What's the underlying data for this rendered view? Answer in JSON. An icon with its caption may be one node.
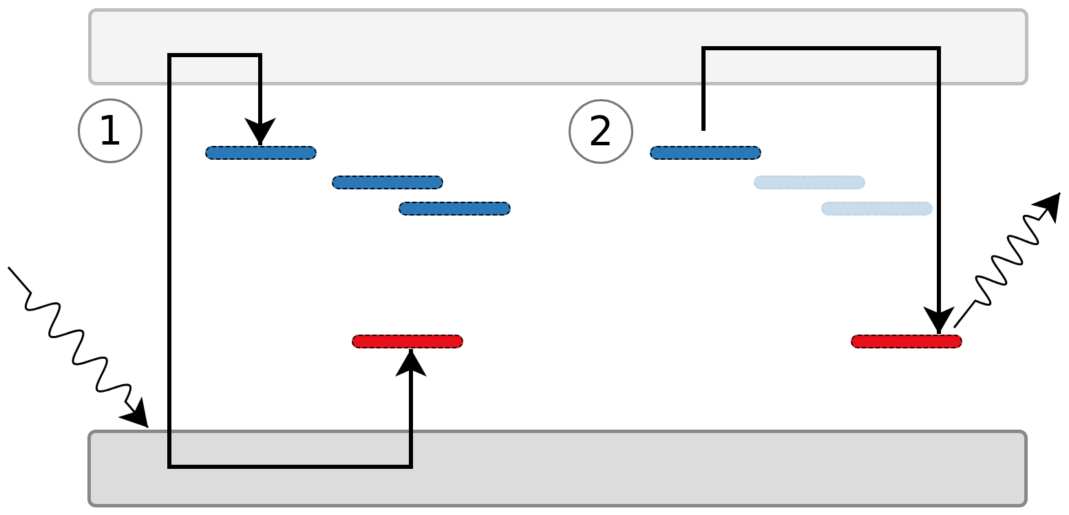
{
  "diagram": {
    "nodes": [
      {
        "text": [],
        "shape": "box"
      },
      {
        "text": [
          "1"
        ]
      },
      {
        "text": [
          "2"
        ]
      },
      {
        "text": [],
        "shape": "bar"
      },
      {
        "text": [],
        "shape": "bar"
      },
      {
        "text": [],
        "shape": "bar"
      },
      {
        "text": [],
        "shape": "bar"
      },
      {
        "text": [],
        "shape": "bar"
      },
      {
        "text": [],
        "shape": "bar"
      },
      {
        "text": [],
        "shape": "bar"
      },
      {
        "text": [],
        "shape": "bar"
      },
      {
        "text": [],
        "shape": "box"
      }
    ],
    "edges": [
      {
        "from": 0,
        "to": 3,
        "arrow": "to"
      },
      {
        "from": 11,
        "to": 0,
        "arrow": "none"
      },
      {
        "from": 11,
        "to": 9,
        "arrow": "to"
      },
      {
        "from": 6,
        "to": 0,
        "arrow": "none"
      },
      {
        "from": 0,
        "to": 10,
        "arrow": "to"
      },
      {
        "from": null,
        "to": 11,
        "arrow": "to"
      },
      {
        "from": 10,
        "to": null,
        "arrow": "to"
      }
    ]
  }
}
